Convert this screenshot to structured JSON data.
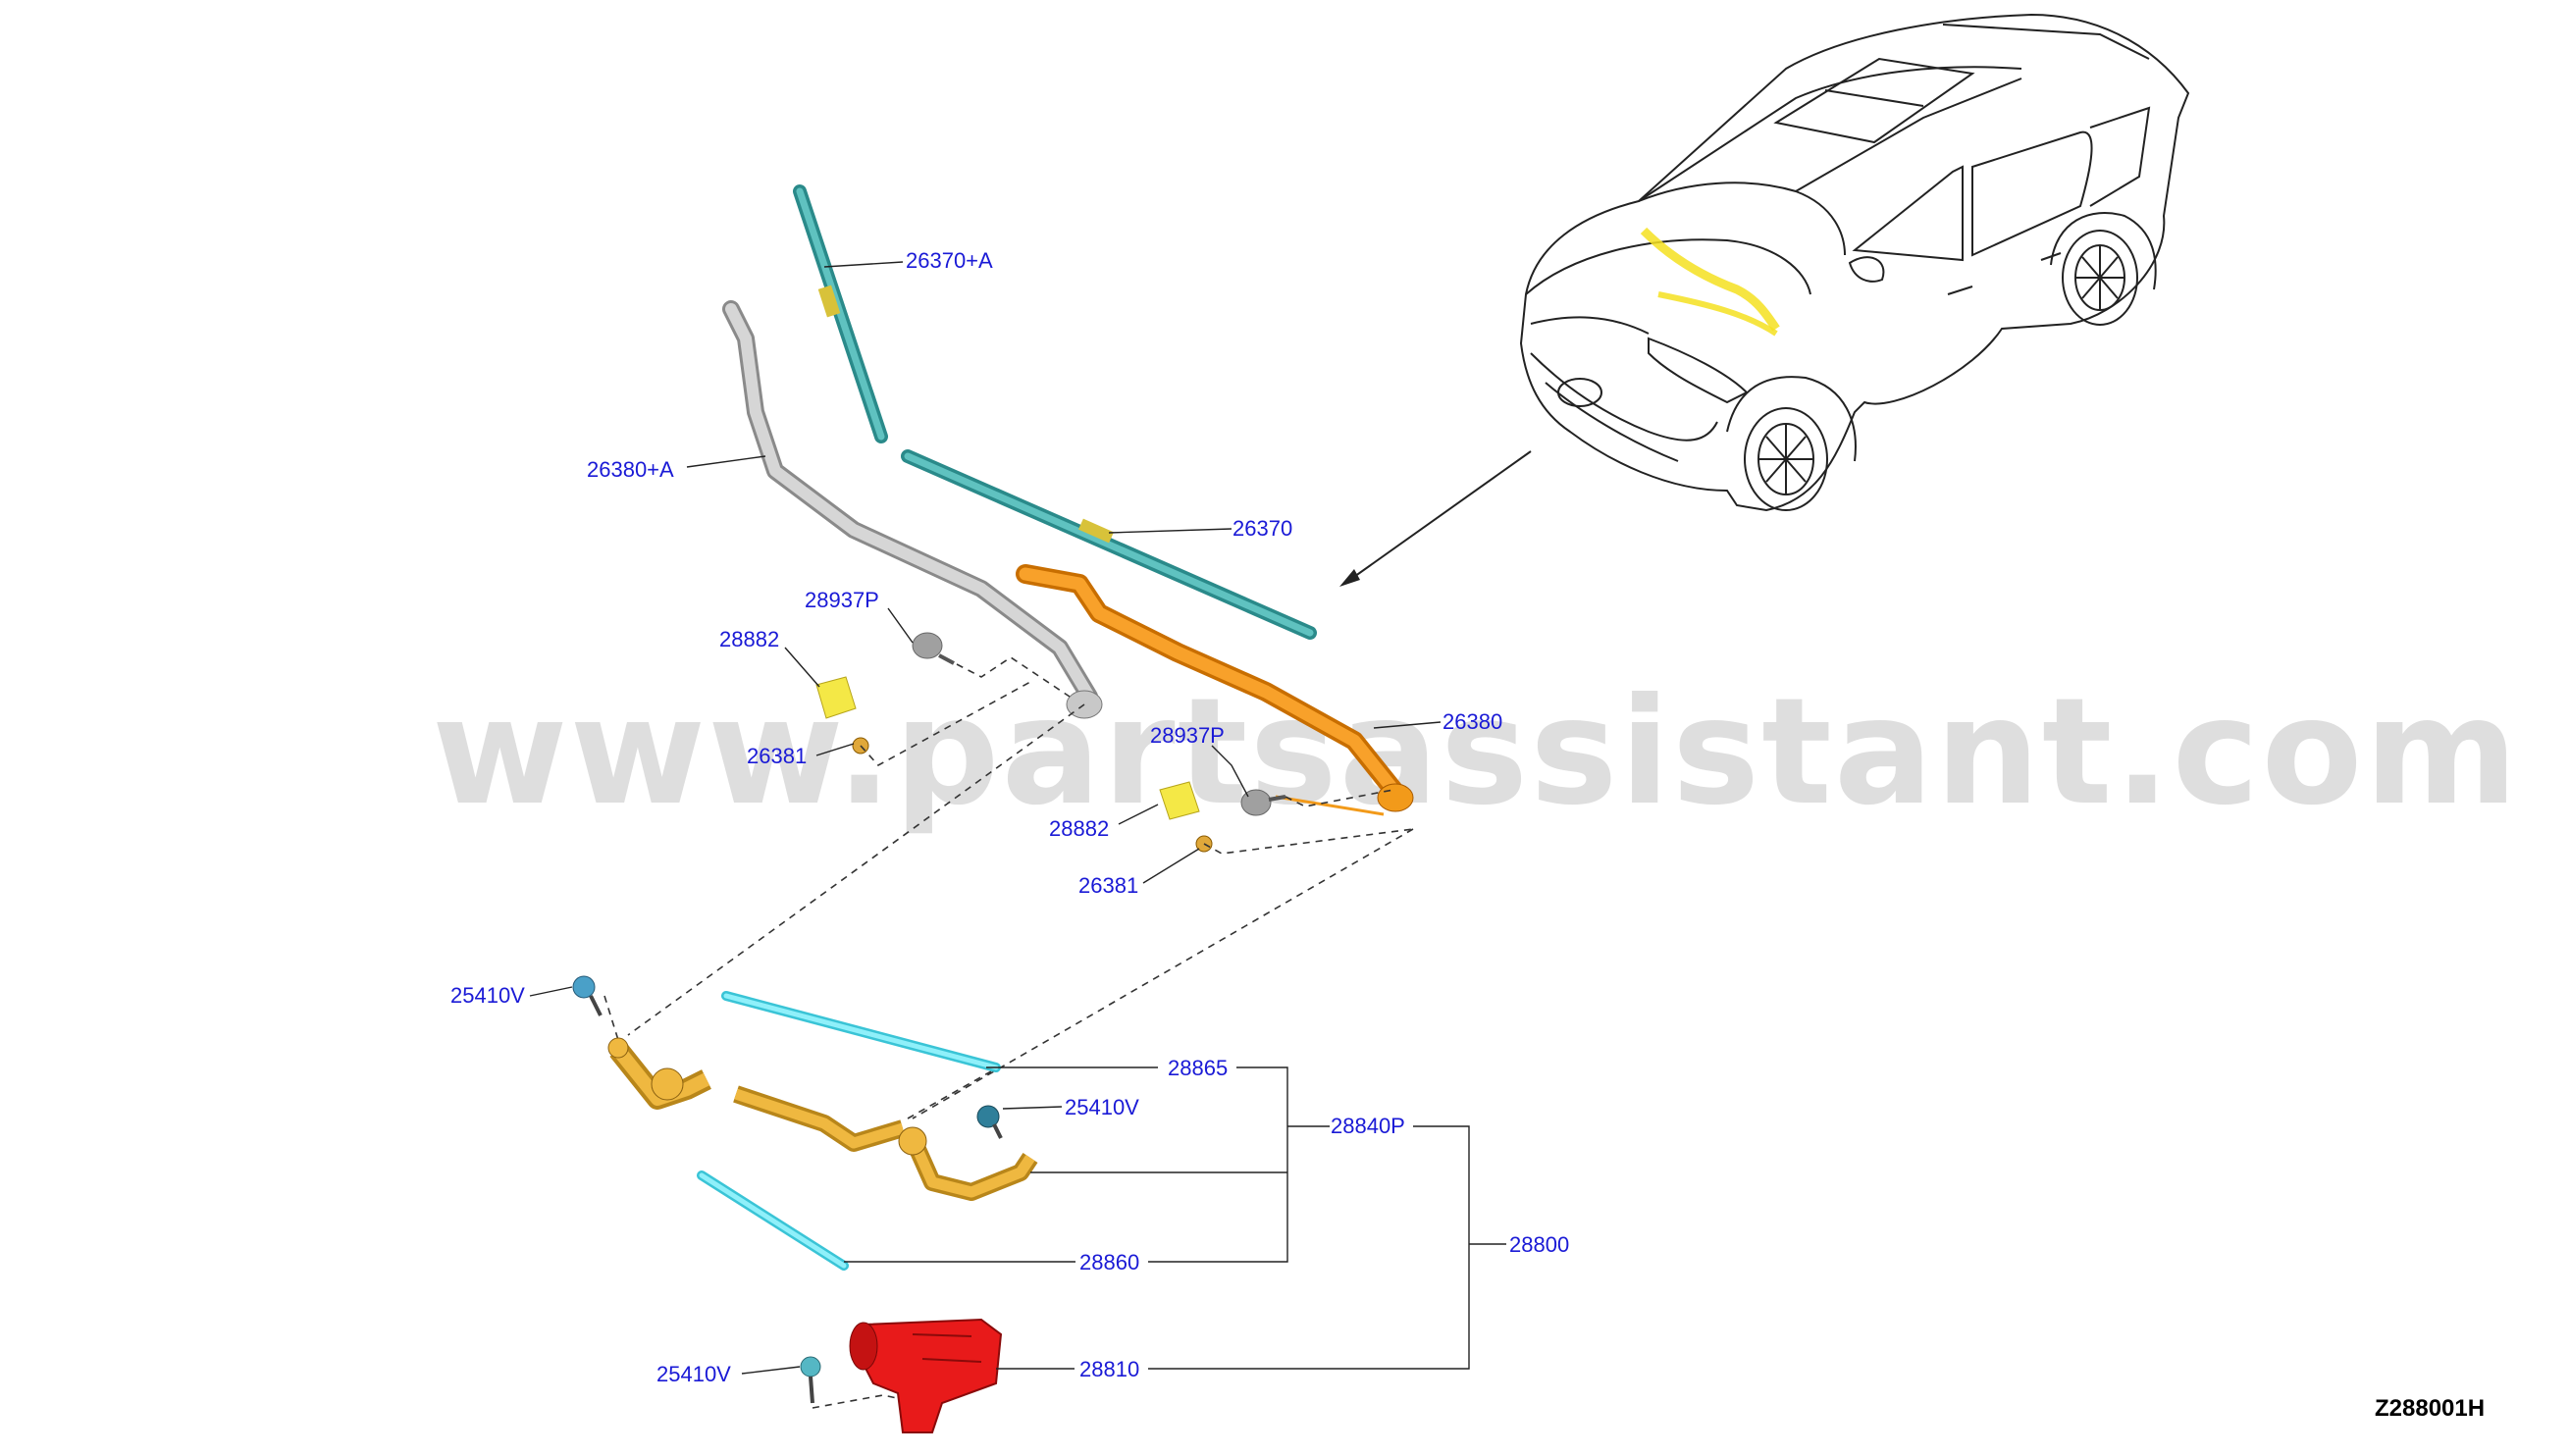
{
  "diagram_code": "Z288001H",
  "watermark": "www.partsassistant.com",
  "callouts": {
    "blade_rh": "26370+A",
    "arm_rh": "26380+A",
    "blade_lh": "26370",
    "arm_lh": "26380",
    "cap_upper": "28937P",
    "cap_lower": "28937P",
    "cover_upper": "28882",
    "cover_lower": "28882",
    "nut_upper": "26381",
    "nut_lower": "26381",
    "bolt_upper": "25410V",
    "bolt_middle": "25410V",
    "bolt_lower": "25410V",
    "link_upper": "28865",
    "linkage_assy": "28840P",
    "link_lower": "28860",
    "wiper_assy": "28800",
    "motor": "28810"
  },
  "colors": {
    "blade": "#3aa8a8",
    "arm_rh": "#b8b8b8",
    "arm_lh": "#f59a1c",
    "linkage": "#e6a82a",
    "link_rod": "#5fe0f0",
    "motor": "#e81a1a",
    "cover": "#f2e34a",
    "label": "#1a1ad6"
  }
}
